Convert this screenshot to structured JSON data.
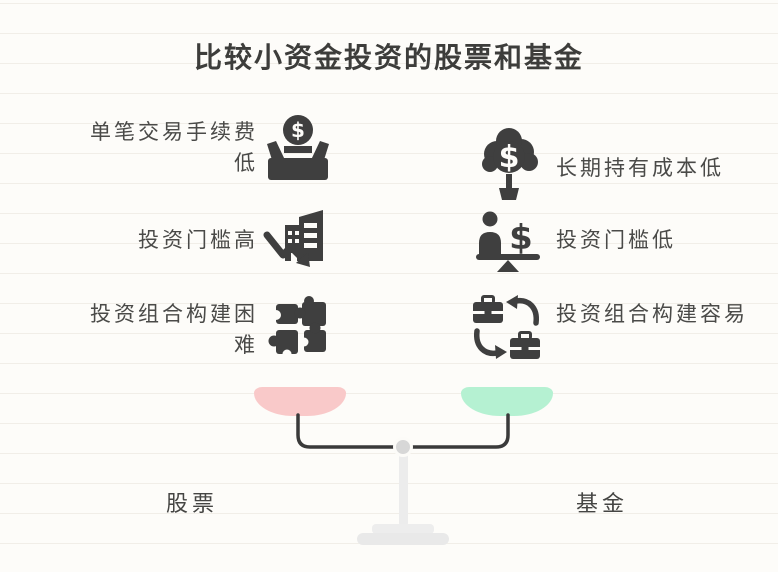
{
  "title": "比较小资金投资的股票和基金",
  "left": {
    "label": "股票",
    "bowl_color": "#f9c9c9",
    "items": [
      {
        "text": "单笔交易手续费低",
        "icon": "coin-deposit-box-icon"
      },
      {
        "text": "投资门槛高",
        "icon": "building-decline-icon"
      },
      {
        "text": "投资组合构建困难",
        "icon": "puzzle-pieces-icon"
      }
    ]
  },
  "right": {
    "label": "基金",
    "bowl_color": "#b5f1d2",
    "items": [
      {
        "text": "长期持有成本低",
        "icon": "money-tree-icon"
      },
      {
        "text": "投资门槛低",
        "icon": "person-dollar-balance-icon"
      },
      {
        "text": "投资组合构建容易",
        "icon": "briefcase-exchange-icon"
      }
    ]
  },
  "colors": {
    "icon": "#3f3f3f",
    "text": "#4a4a48",
    "title": "#3d3d3b",
    "beam": "#3a3a3a",
    "pivot": "#d7d7d7",
    "stand": "#ececec",
    "left_bowl": "#f9c9c9",
    "right_bowl": "#b5f1d2",
    "background": "#fdfcf9",
    "background_line": "#f1eee8"
  }
}
